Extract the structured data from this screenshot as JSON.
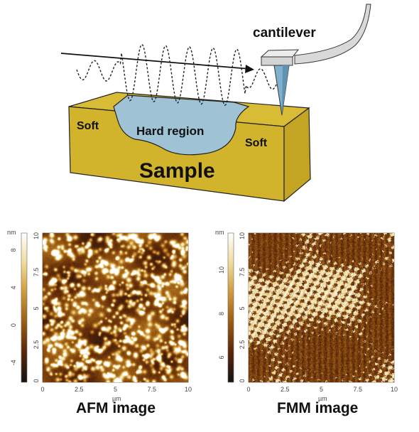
{
  "schematic": {
    "cantilever_label": "cantilever",
    "soft_left_label": "Soft",
    "hard_region_label": "Hard region",
    "soft_right_label": "Soft",
    "sample_label": "Sample",
    "colors": {
      "sample_fill": "#d2b32c",
      "sample_top": "#d9bc35",
      "sample_side": "#c4a423",
      "hard_region_fill": "#9fc2d4",
      "tip_fill": "#7fb0cc",
      "cantilever_fill": "#d9d9d9"
    }
  },
  "afm_panel": {
    "caption": "AFM image",
    "colorbar_unit": "nm",
    "colorbar_ticks": [
      "8",
      "4",
      "0",
      "-4"
    ],
    "y_ticks": [
      "10",
      "7.5",
      "5",
      "2.5",
      "0"
    ],
    "x_ticks": [
      "0",
      "2.5",
      "5",
      "7.5",
      "10"
    ],
    "x_unit": "µm",
    "colormap": [
      "#141414",
      "#5a2608",
      "#9a5a14",
      "#cf9a3a",
      "#f0dc9a",
      "#ffffff"
    ]
  },
  "fmm_panel": {
    "caption": "FMM image",
    "colorbar_unit": "nm",
    "colorbar_ticks": [
      "10",
      "8",
      "6"
    ],
    "y_ticks": [
      "10",
      "7.5",
      "5",
      "2.5",
      "0"
    ],
    "x_ticks": [
      "0",
      "2.5",
      "5",
      "7.5",
      "10"
    ],
    "x_unit": "µm",
    "colormap": [
      "#141414",
      "#5a2608",
      "#9a5a14",
      "#cf9a3a",
      "#f0dc9a",
      "#ffffff"
    ]
  }
}
